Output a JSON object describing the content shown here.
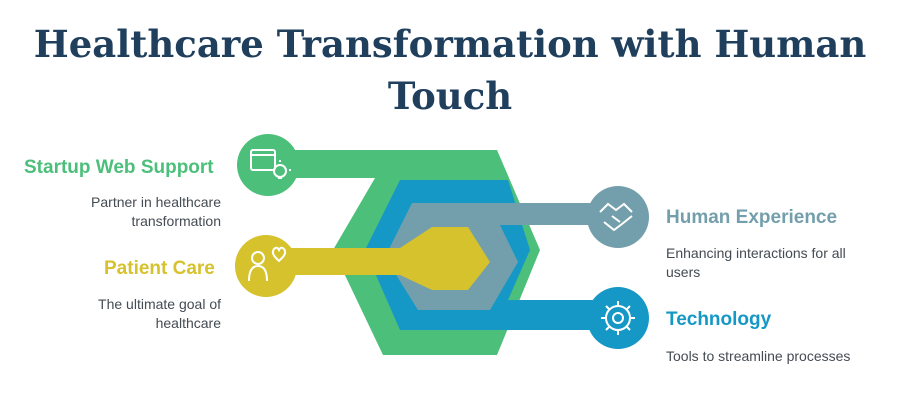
{
  "title": {
    "line1": "Healthcare Transformation with Human",
    "line2": "Touch"
  },
  "items": [
    {
      "id": "startup-web-support",
      "label": "Startup Web Support",
      "description_line1": "Partner in healthcare",
      "description_line2": "transformation",
      "color": "#4cbf7b",
      "icon": "web-browser-lightbulb-icon"
    },
    {
      "id": "patient-care",
      "label": "Patient Care",
      "description_line1": "The ultimate goal of",
      "description_line2": "healthcare",
      "color": "#d6c22d",
      "icon": "patient-heart-icon"
    },
    {
      "id": "human-experience",
      "label": "Human Experience",
      "description_line1": "Enhancing interactions for all",
      "description_line2": "users",
      "color": "#739fac",
      "icon": "handshake-icon"
    },
    {
      "id": "technology",
      "label": "Technology",
      "description_line1": "Tools to streamline processes",
      "description_line2": "",
      "color": "#1598c6",
      "icon": "gear-icon"
    }
  ]
}
